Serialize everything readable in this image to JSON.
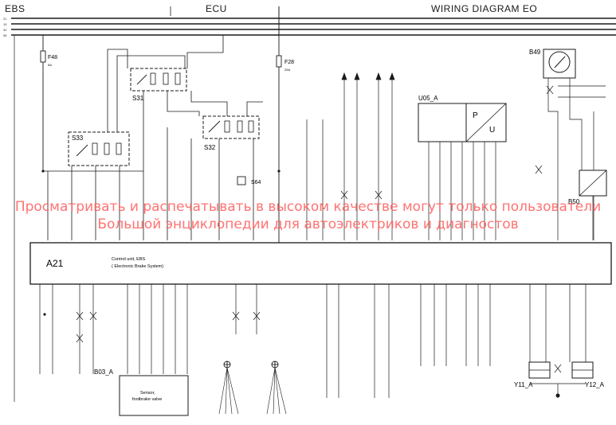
{
  "header": {
    "left": "EBS",
    "center": "ECU",
    "right": "WIRING DIAGRAM EO"
  },
  "rails": [
    "31",
    "15",
    "30",
    "58"
  ],
  "fuses": [
    {
      "id": "F48",
      "rating": "5A"
    },
    {
      "id": "F28",
      "rating": "25A"
    }
  ],
  "switches": [
    "S31",
    "S32",
    "S33"
  ],
  "extra_labels": {
    "s64": "S64",
    "b49": "B49",
    "b50": "B50",
    "u05": "U05_A",
    "u05_p": "P",
    "u05_u": "U",
    "b03": "B03_A",
    "y11": "Y11_A",
    "y12": "Y12_A"
  },
  "control_unit": {
    "id": "A21",
    "line1": "Control unit, EBS",
    "line2": "( Electronic Brake System)"
  },
  "sensor_box": {
    "line1": "Sensor,",
    "line2": "footbrake valve"
  },
  "watermark": {
    "line1": "Просматривать и распечатывать в высоком качестве могут только пользователи",
    "line2": "Большой энциклопедии для автоэлектриков и диагностов"
  },
  "colors": {
    "wire": "#1a1a1a",
    "watermark": "#ff5a5a",
    "background": "#ffffff"
  }
}
